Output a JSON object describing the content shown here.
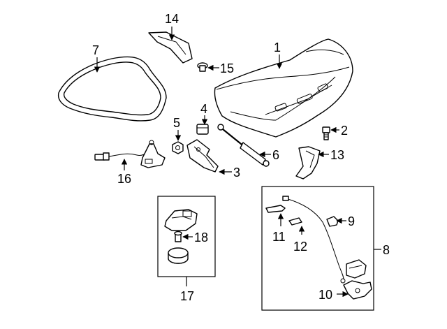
{
  "callouts": {
    "c1": "1",
    "c2": "2",
    "c3": "3",
    "c4": "4",
    "c5": "5",
    "c6": "6",
    "c7": "7",
    "c8": "8",
    "c9": "9",
    "c10": "10",
    "c11": "11",
    "c12": "12",
    "c13": "13",
    "c14": "14",
    "c15": "15",
    "c16": "16",
    "c17": "17",
    "c18": "18"
  },
  "colors": {
    "line": "#000000",
    "background": "#ffffff",
    "shade": "#f2f2f2"
  }
}
